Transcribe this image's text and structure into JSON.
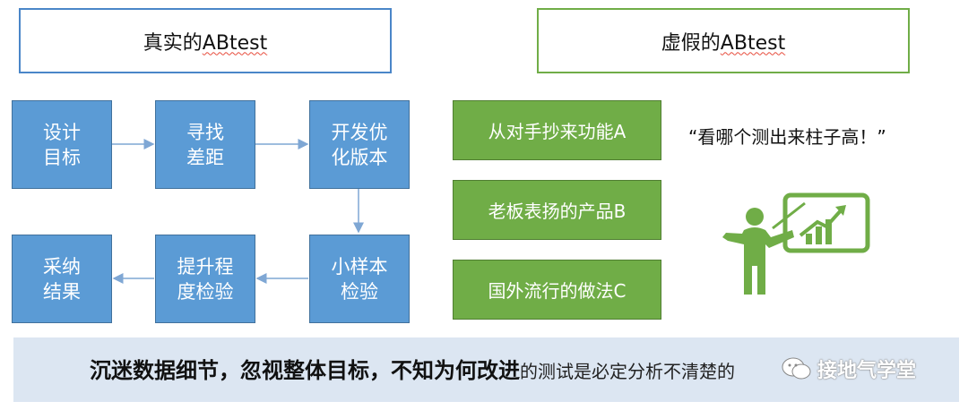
{
  "left_panel": {
    "title_prefix": "真实的",
    "title_suffix": "ABtest",
    "steps": [
      {
        "label": "设计\n目标"
      },
      {
        "label": "寻找\n差距"
      },
      {
        "label": "开发优\n化版本"
      },
      {
        "label": "小样本\n检验"
      },
      {
        "label": "提升程\n度检验"
      },
      {
        "label": "采纳\n结果"
      }
    ]
  },
  "right_panel": {
    "title_prefix": "虚假的",
    "title_suffix": "ABtest",
    "options": [
      {
        "label": "从对手抄来功能A"
      },
      {
        "label": "老板表扬的产品B"
      },
      {
        "label": "国外流行的做法C"
      }
    ],
    "quote": "“看哪个测出来柱子高！”"
  },
  "bottom_bar": {
    "bold_text": "沉迷数据细节，忽视整体目标，不知为何改进",
    "light_text": "的测试是必定分析不清楚的",
    "watermark": "接地气学堂"
  },
  "colors": {
    "blue_box": "#5b9bd5",
    "green_box": "#70ad47",
    "arrow": "#7fa7d4",
    "bottom_bar": "#dce6f2"
  }
}
